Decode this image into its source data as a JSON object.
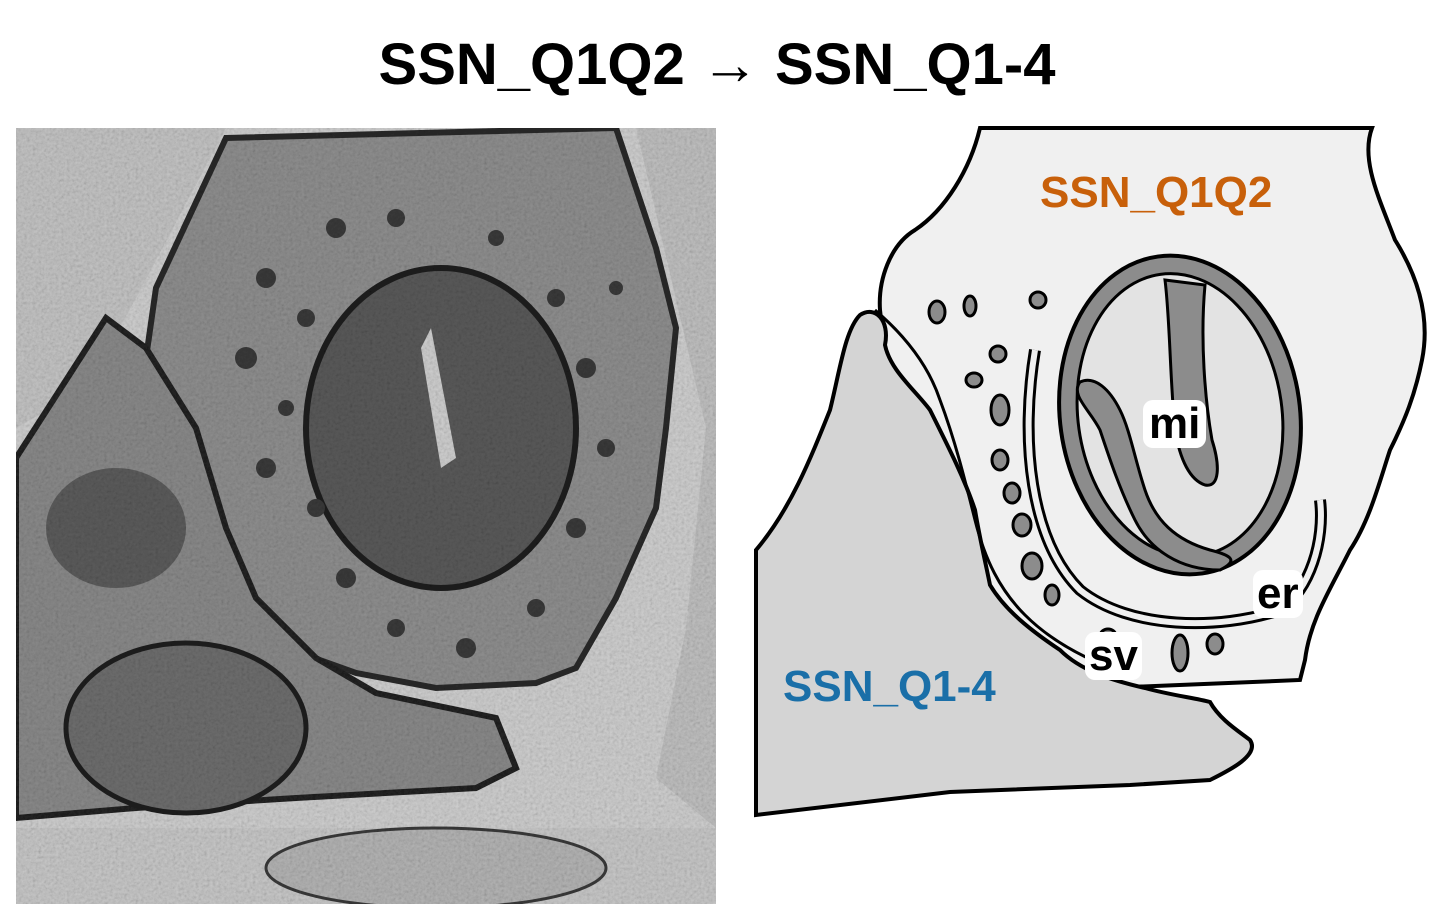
{
  "title": "SSN_Q1Q2 → SSN_Q1-4",
  "em_image": {
    "icon": "electron-micrograph"
  },
  "diagram": {
    "neuron_top_label": "SSN_Q1Q2",
    "neuron_bottom_label": "SSN_Q1-4",
    "mitochondrion_label": "mi",
    "er_label": "er",
    "vesicle_label": "sv",
    "colors": {
      "neuron_top_label": "#c8600a",
      "neuron_bottom_label": "#1a6fa8",
      "neuron_top_fill": "#f0f0f0",
      "neuron_bottom_fill": "#d4d4d4",
      "mitochondrion_fill": "#8c8c8c"
    }
  }
}
